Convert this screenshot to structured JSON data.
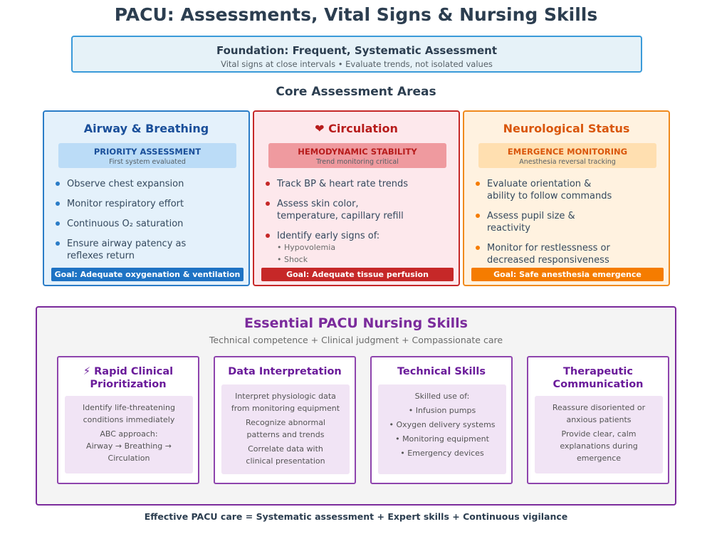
{
  "title": "PACU: Assessments, Vital Signs & Nursing Skills",
  "foundation": {
    "title": "Foundation: Frequent, Systematic Assessment",
    "subtitle": "Vital signs at close intervals • Evaluate trends, not isolated values"
  },
  "core_heading": "Core Assessment Areas",
  "cards": [
    {
      "title": "Airway & Breathing",
      "pill_title": "PRIORITY ASSESSMENT",
      "pill_subtitle": "First system evaluated",
      "items": [
        [
          "Observe chest expansion"
        ],
        [
          "Monitor respiratory effort"
        ],
        [
          "Continuous O₂ saturation"
        ],
        [
          "Ensure airway patency as",
          "reflexes return"
        ]
      ],
      "goal": "Goal: Adequate oxygenation & ventilation"
    },
    {
      "title": "❤ Circulation",
      "pill_title": "HEMODYNAMIC STABILITY",
      "pill_subtitle": "Trend monitoring critical",
      "items": [
        [
          "Track BP & heart rate trends"
        ],
        [
          "Assess skin color,",
          "temperature, capillary refill"
        ],
        [
          "Identify early signs of:"
        ]
      ],
      "subitems": [
        "• Hypovolemia",
        "• Shock"
      ],
      "goal": "Goal: Adequate tissue perfusion"
    },
    {
      "title": "Neurological Status",
      "pill_title": "EMERGENCE MONITORING",
      "pill_subtitle": "Anesthesia reversal tracking",
      "items": [
        [
          "Evaluate orientation &",
          "ability to follow commands"
        ],
        [
          "Assess pupil size &",
          "reactivity"
        ],
        [
          "Monitor for restlessness or",
          "decreased responsiveness"
        ]
      ],
      "goal": "Goal: Safe anesthesia emergence"
    }
  ],
  "skills": {
    "title": "Essential PACU Nursing Skills",
    "subtitle": "Technical competence + Clinical judgment + Compassionate care",
    "boxes": [
      {
        "title": [
          "⚡ Rapid Clinical",
          "Prioritization"
        ],
        "lines": [
          [
            "Identify life-threatening",
            "conditions immediately"
          ],
          [
            "ABC approach:",
            "Airway → Breathing →",
            "Circulation"
          ]
        ]
      },
      {
        "title": [
          "Data Interpretation"
        ],
        "lines": [
          [
            "Interpret physiologic data",
            "from monitoring equipment"
          ],
          [
            "Recognize abnormal",
            "patterns and trends"
          ],
          [
            "Correlate data with",
            "clinical presentation"
          ]
        ]
      },
      {
        "title": [
          "Technical Skills"
        ],
        "lines": [
          [
            "Skilled use of:"
          ],
          [
            "• Infusion pumps"
          ],
          [
            "• Oxygen delivery systems"
          ],
          [
            "• Monitoring equipment"
          ],
          [
            "• Emergency devices"
          ]
        ]
      },
      {
        "title": [
          "Therapeutic",
          "Communication"
        ],
        "lines": [
          [
            "Reassure disoriented or",
            "anxious patients"
          ],
          [
            "Provide clear, calm",
            "explanations during",
            "emergence"
          ]
        ]
      }
    ]
  },
  "footer": "Effective PACU care = Systematic assessment + Expert skills + Continuous vigilance",
  "colors": {
    "airway": "#2a7cc7",
    "circulation": "#c62828",
    "neuro": "#f57c00",
    "skills": "#7b2b9c"
  }
}
